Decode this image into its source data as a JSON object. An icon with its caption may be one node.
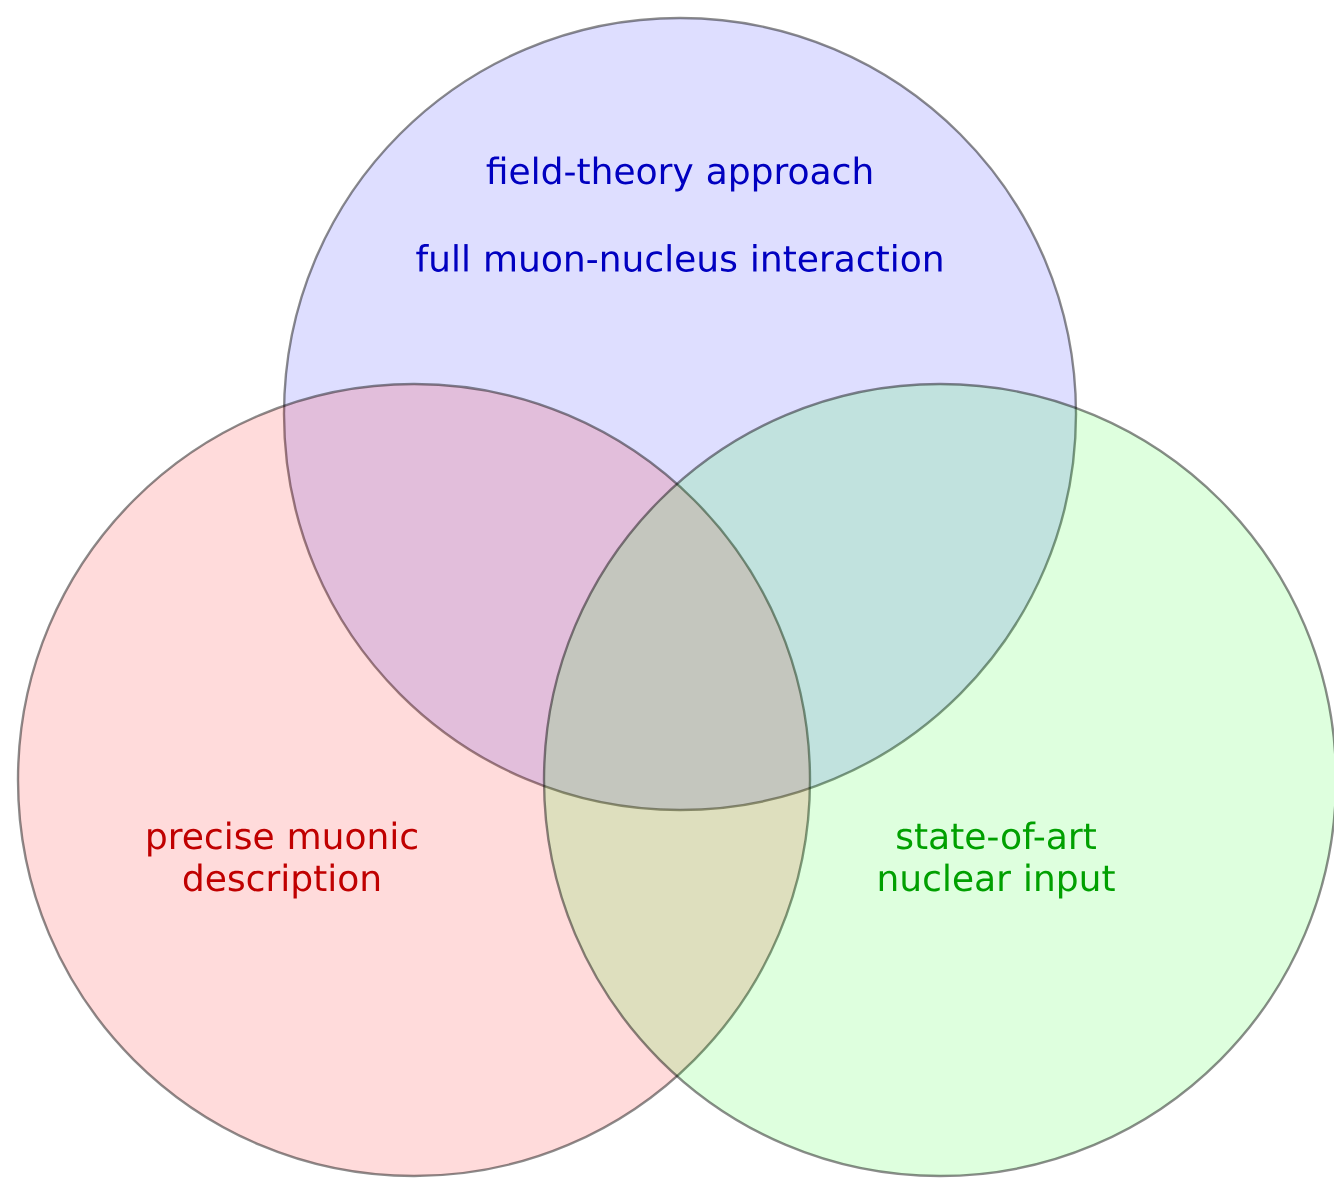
{
  "diagram": {
    "nodes": [
      {
        "text": [
          "field-theory approach",
          "full muon-nucleus interaction"
        ]
      },
      {
        "text": [
          "precise muonic description"
        ]
      },
      {
        "text": [
          "state-of-art nuclear input"
        ]
      }
    ]
  }
}
